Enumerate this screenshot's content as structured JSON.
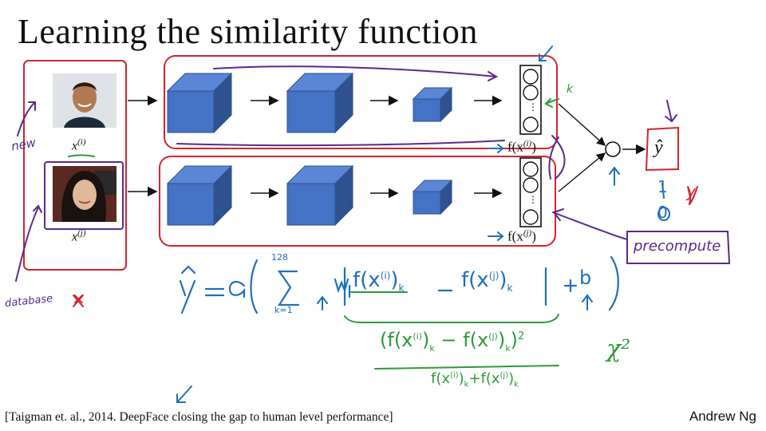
{
  "slide": {
    "title": "Learning the similarity function",
    "citation": "[Taigman et. al., 2014. DeepFace closing the gap to human level performance]",
    "author": "Andrew Ng"
  },
  "inputs": {
    "top_label_base": "x",
    "top_label_sup": "(i)",
    "bottom_label_base": "x",
    "bottom_label_sup": "(j)"
  },
  "encodings": {
    "top_base": "f(x",
    "top_sup": "(i)",
    "top_close": ")",
    "bottom_base": "f(x",
    "bottom_sup": "(j)",
    "bottom_close": ")"
  },
  "output_label": "ŷ",
  "annotations": {
    "new": "new",
    "database": "database",
    "precompute": "precompute",
    "k": "k",
    "one": "1",
    "zero": "0",
    "y": "y",
    "x_mark": "×",
    "chi2": "χ²",
    "sum_top": "128",
    "sum_bottom": "k=1"
  },
  "colors": {
    "cube_front": "#4472c4",
    "cube_top": "#5b86d6",
    "cube_side": "#2f528f",
    "red_ink": "#d0262e",
    "purple_ink": "#5b2a8c",
    "blue_ink": "#1f6fb8",
    "green_ink": "#2e9a3a"
  }
}
